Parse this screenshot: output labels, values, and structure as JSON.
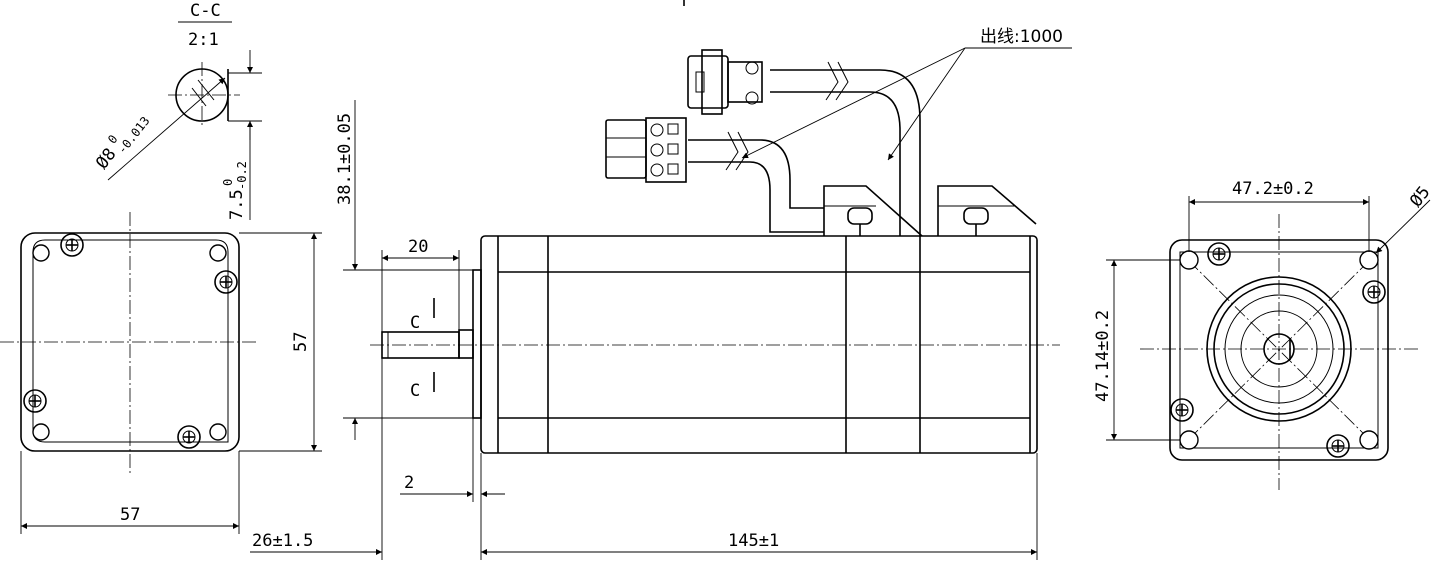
{
  "section": {
    "name": "C-C",
    "scale": "2:1"
  },
  "shaft_diameter": {
    "base": "Ø8",
    "upper": "0",
    "lower": "-0.013"
  },
  "flat_depth": {
    "base": "7.5",
    "upper": "0",
    "lower": "-0.2"
  },
  "dimensions": {
    "left_height": "57",
    "left_width": "57",
    "pilot": "38.1±0.05",
    "shaft_length": "20",
    "pilot_length": "2",
    "shaft_total": "26±1.5",
    "body_length": "145±1",
    "cable_length": "出线:1000",
    "cut_mark": "C",
    "bolt_spacing_h": "47.2±0.2",
    "bolt_spacing_v": "47.14±0.2",
    "hole_dia": "Ø5"
  }
}
